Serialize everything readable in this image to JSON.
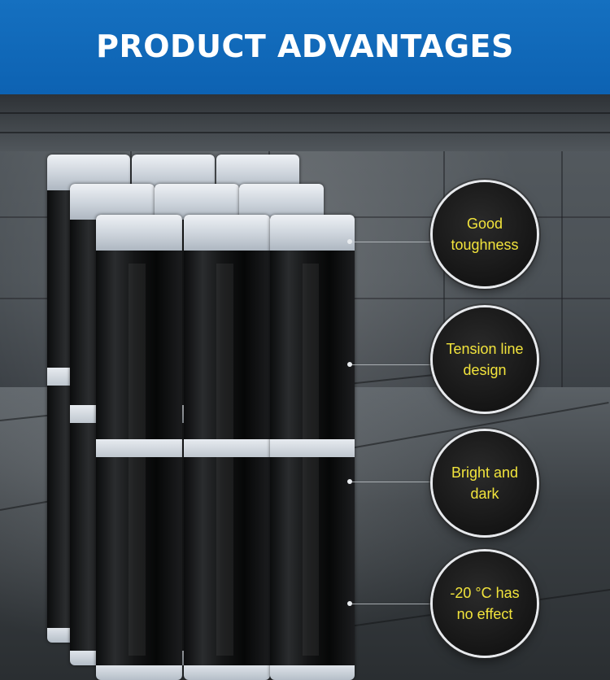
{
  "header": {
    "title": "PRODUCT ADVANTAGES"
  },
  "advantages": [
    {
      "line1": "Good",
      "line2": "toughness"
    },
    {
      "line1": "Tension line",
      "line2": "design"
    },
    {
      "line1": "Bright and",
      "line2": "dark"
    },
    {
      "line1": "-20 °C has",
      "line2": "no effect"
    }
  ],
  "colors": {
    "header_blue": "#0d62b2",
    "header_text": "#ffffff",
    "badge_text": "#f2e43c",
    "badge_fill": "#151515",
    "badge_ring": "#e7e9ec"
  }
}
